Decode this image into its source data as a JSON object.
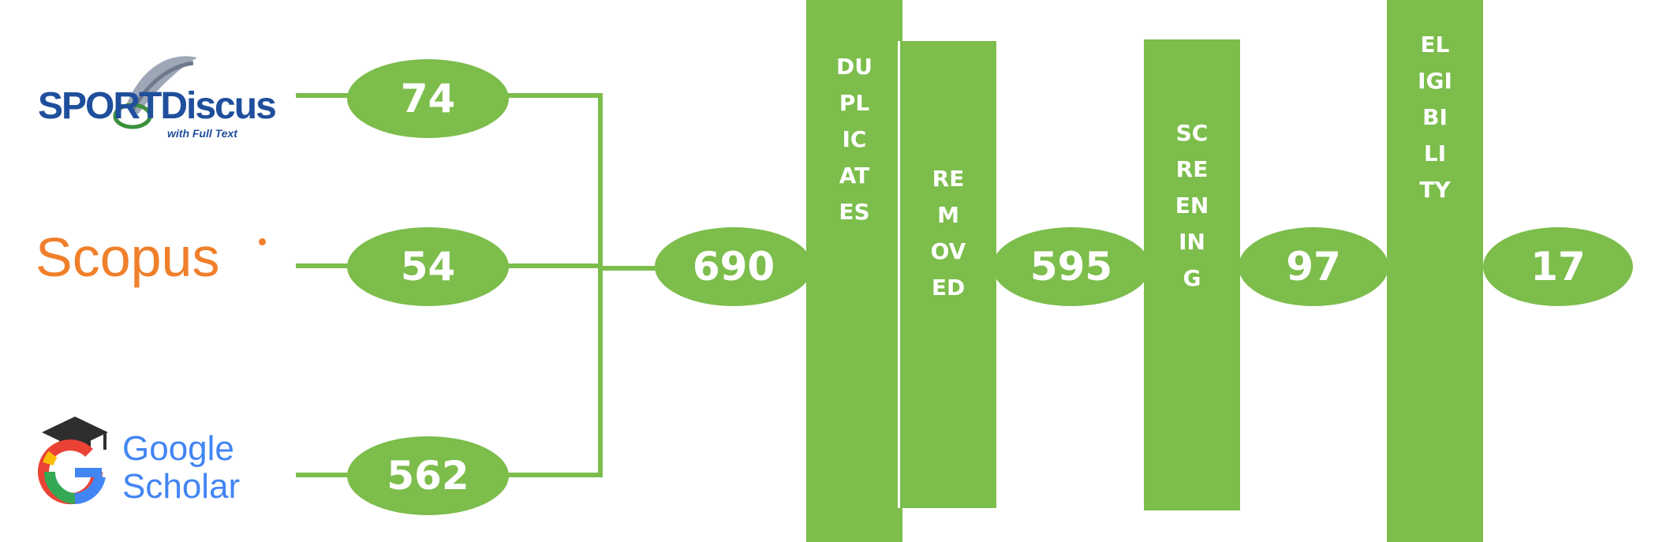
{
  "sources": [
    {
      "name": "SPORTDiscus",
      "subtitle": "with Full Text",
      "count": "74"
    },
    {
      "name": "Scopus",
      "count": "54"
    },
    {
      "name": "Google Scholar",
      "line1": "Google",
      "line2": "Scholar",
      "count": "562"
    }
  ],
  "nodes": {
    "identified": "690",
    "after_duplicates": "595",
    "after_screening": "97",
    "included": "17"
  },
  "stages": {
    "duplicates": "DUPLICATES",
    "removed": "REMOVED",
    "screening": "SCREENING",
    "eligibility": "ELIGIBILITY"
  },
  "colors": {
    "green": "#7cbd4c",
    "scopus": "#f07f2a",
    "sportdiscus": "#1f4f9c",
    "google_blue": "#4285f4"
  }
}
